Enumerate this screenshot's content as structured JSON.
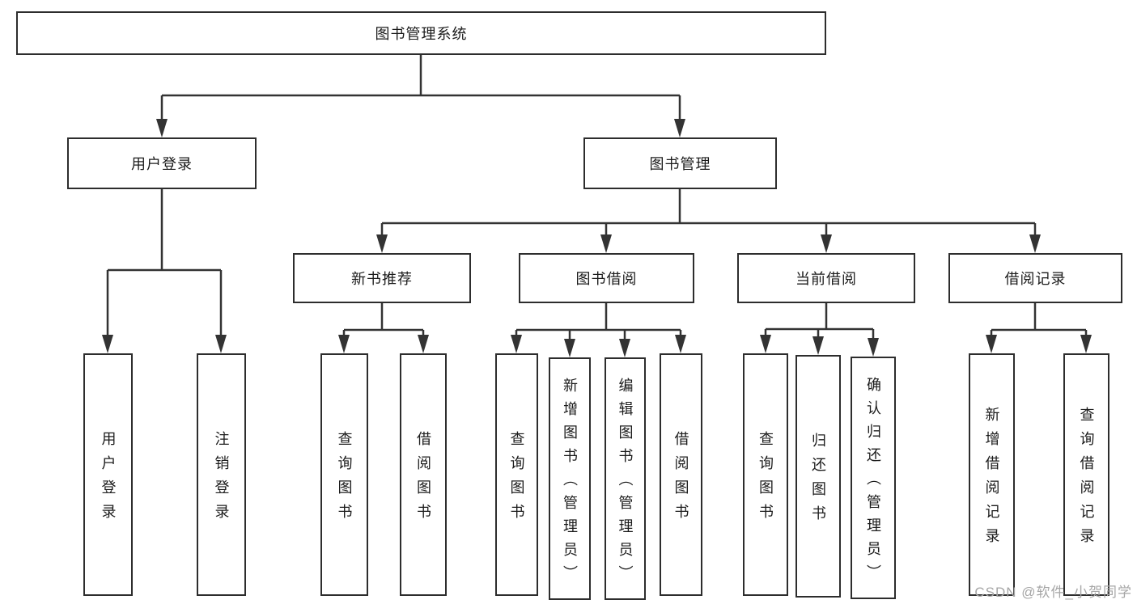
{
  "diagram": {
    "root": {
      "label": "图书管理系统"
    },
    "user_login": {
      "label": "用户登录",
      "children": [
        "用户登录",
        "注销登录"
      ]
    },
    "book_mgmt": {
      "label": "图书管理"
    },
    "new_book": {
      "label": "新书推荐",
      "children": [
        "查询图书",
        "借阅图书"
      ]
    },
    "book_borrow": {
      "label": "图书借阅",
      "children": [
        "查询图书",
        "新增图书（管理员）",
        "编辑图书（管理员）",
        "借阅图书"
      ]
    },
    "current_borrow": {
      "label": "当前借阅",
      "children": [
        "查询图书",
        "归还图书",
        "确认归还（管理员）"
      ]
    },
    "borrow_record": {
      "label": "借阅记录",
      "children": [
        "新增借阅记录",
        "查询借阅记录"
      ]
    }
  },
  "watermark": {
    "text": "CSDN @软件_小贺同学"
  },
  "colors": {
    "box_border": "#2d2d2d",
    "connector_line": "#333333",
    "text": "#1b1b1b",
    "background": "#ffffff",
    "watermark_text": "#a6a6a6"
  }
}
